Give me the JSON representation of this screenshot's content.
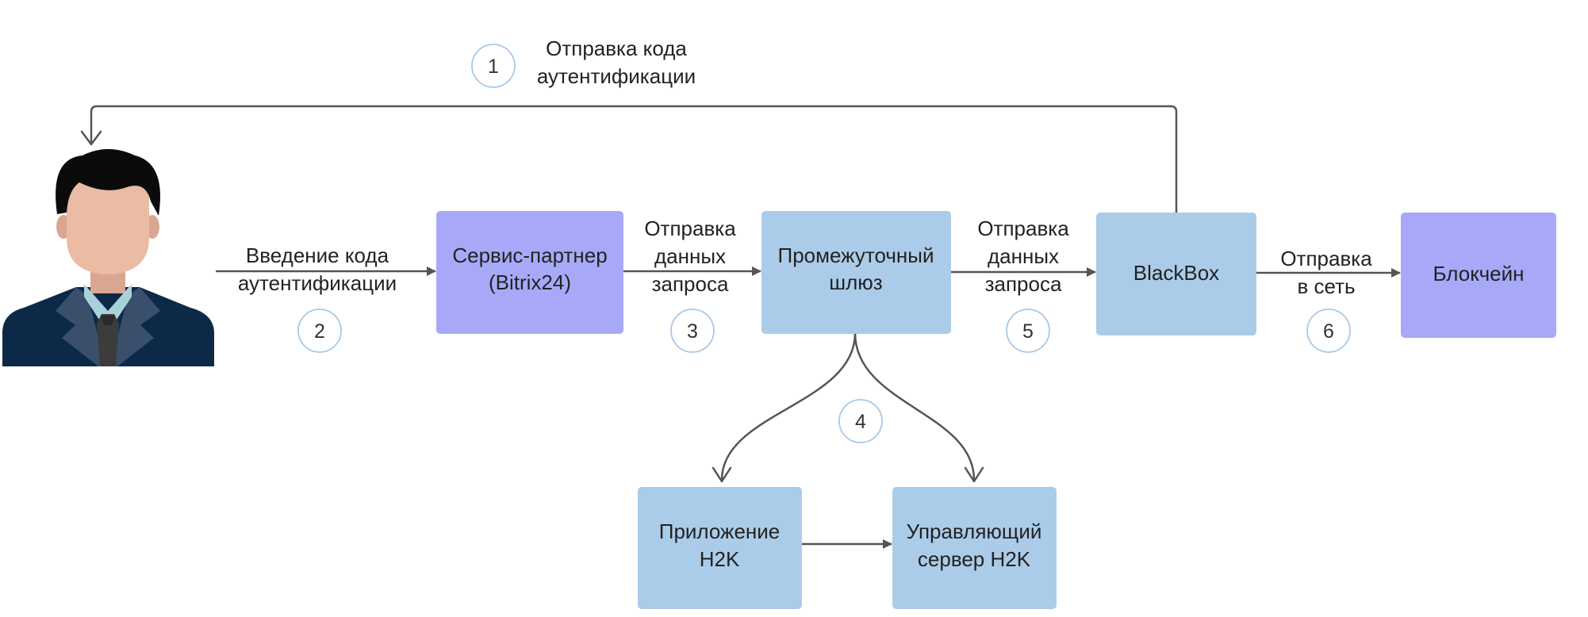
{
  "colors": {
    "purple": "#a7a9f8",
    "blue": "#abcce8",
    "arrow": "#555555",
    "circle_stroke": "#a9c8e6",
    "text": "#222222"
  },
  "nodes": {
    "user": {
      "icon": "businessman-avatar-icon"
    },
    "partner": {
      "lines": [
        "Сервис-партнер",
        "(Bitrix24)"
      ]
    },
    "gateway": {
      "lines": [
        "Промежуточный",
        "шлюз"
      ]
    },
    "blackbox": {
      "lines": [
        "BlackBox"
      ]
    },
    "blockchain": {
      "lines": [
        "Блокчейн"
      ]
    },
    "app_h2k": {
      "lines": [
        "Приложение",
        "H2K"
      ]
    },
    "server_h2k": {
      "lines": [
        "Управляющий",
        "сервер H2K"
      ]
    }
  },
  "edges": {
    "step1": {
      "number": "1",
      "lines": [
        "Отправка кода",
        "аутентификации"
      ]
    },
    "step2": {
      "number": "2",
      "lines": [
        "Введение кода",
        "аутентификации"
      ]
    },
    "step3": {
      "number": "3",
      "lines": [
        "Отправка",
        "данных",
        "запроса"
      ]
    },
    "step4": {
      "number": "4"
    },
    "step5": {
      "number": "5",
      "lines": [
        "Отправка",
        "данных",
        "запроса"
      ]
    },
    "step6": {
      "number": "6",
      "lines": [
        "Отправка",
        "в сеть"
      ]
    }
  }
}
